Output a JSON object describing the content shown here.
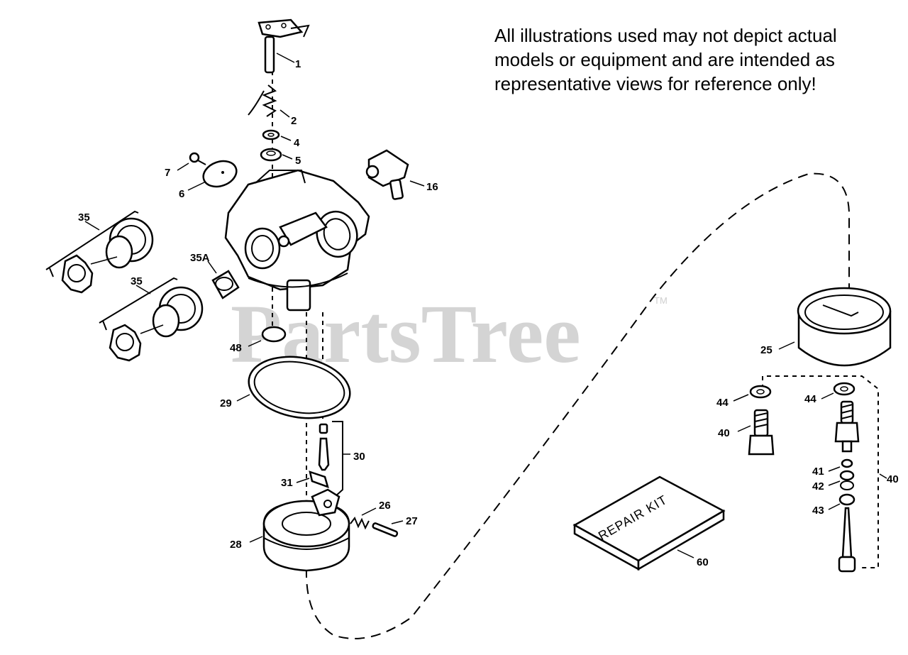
{
  "disclaimer": {
    "lines": [
      "All illustrations used may not depict actual",
      "models or equipment and are intended as",
      "representative views for reference only!"
    ]
  },
  "watermark": {
    "text": "PartsTree",
    "trademark": "TM"
  },
  "repair_kit": {
    "label": "REPAIR KIT"
  },
  "callouts": {
    "p1": "1",
    "p2": "2",
    "p4": "4",
    "p5": "5",
    "p6": "6",
    "p7": "7",
    "p16": "16",
    "p25": "25",
    "p26": "26",
    "p27": "27",
    "p28": "28",
    "p29": "29",
    "p30": "30",
    "p31": "31",
    "p35a": "35",
    "p35b": "35",
    "p35A": "35A",
    "p40a": "40",
    "p40b": "40",
    "p41": "41",
    "p42": "42",
    "p43": "43",
    "p44a": "44",
    "p44b": "44",
    "p48": "48",
    "p60": "60"
  }
}
